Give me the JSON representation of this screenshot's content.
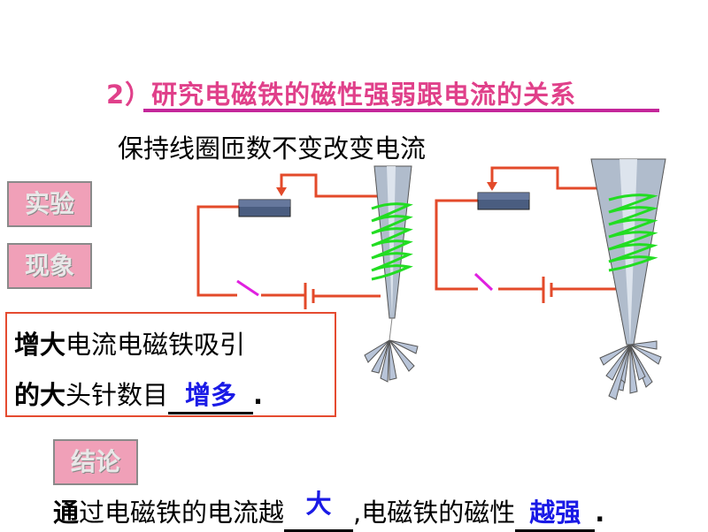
{
  "title": "2）研究电磁铁的磁性强弱跟电流的关系",
  "subtitle": "保持线圈匝数不变改变电流",
  "tags": {
    "experiment": "实验",
    "phenomenon": "现象",
    "conclusion": "结论"
  },
  "observation": {
    "line1_bold": "增大",
    "line1_rest": "电流电磁铁吸引",
    "line2_bold": "的大",
    "line2_rest": "头针数目",
    "answer": "增多",
    "end": "."
  },
  "conclusion": {
    "part1_bold": "通",
    "part1_rest": "过电磁铁的电流越",
    "answer1": "大",
    "part2": ",电磁铁的磁性",
    "answer2": "越强",
    "end": "."
  },
  "colors": {
    "wire": "#e34a2a",
    "coil": "#22dd22",
    "title": "#e0408a",
    "answer": "#1a1ae6",
    "switch": "#e020e0"
  }
}
